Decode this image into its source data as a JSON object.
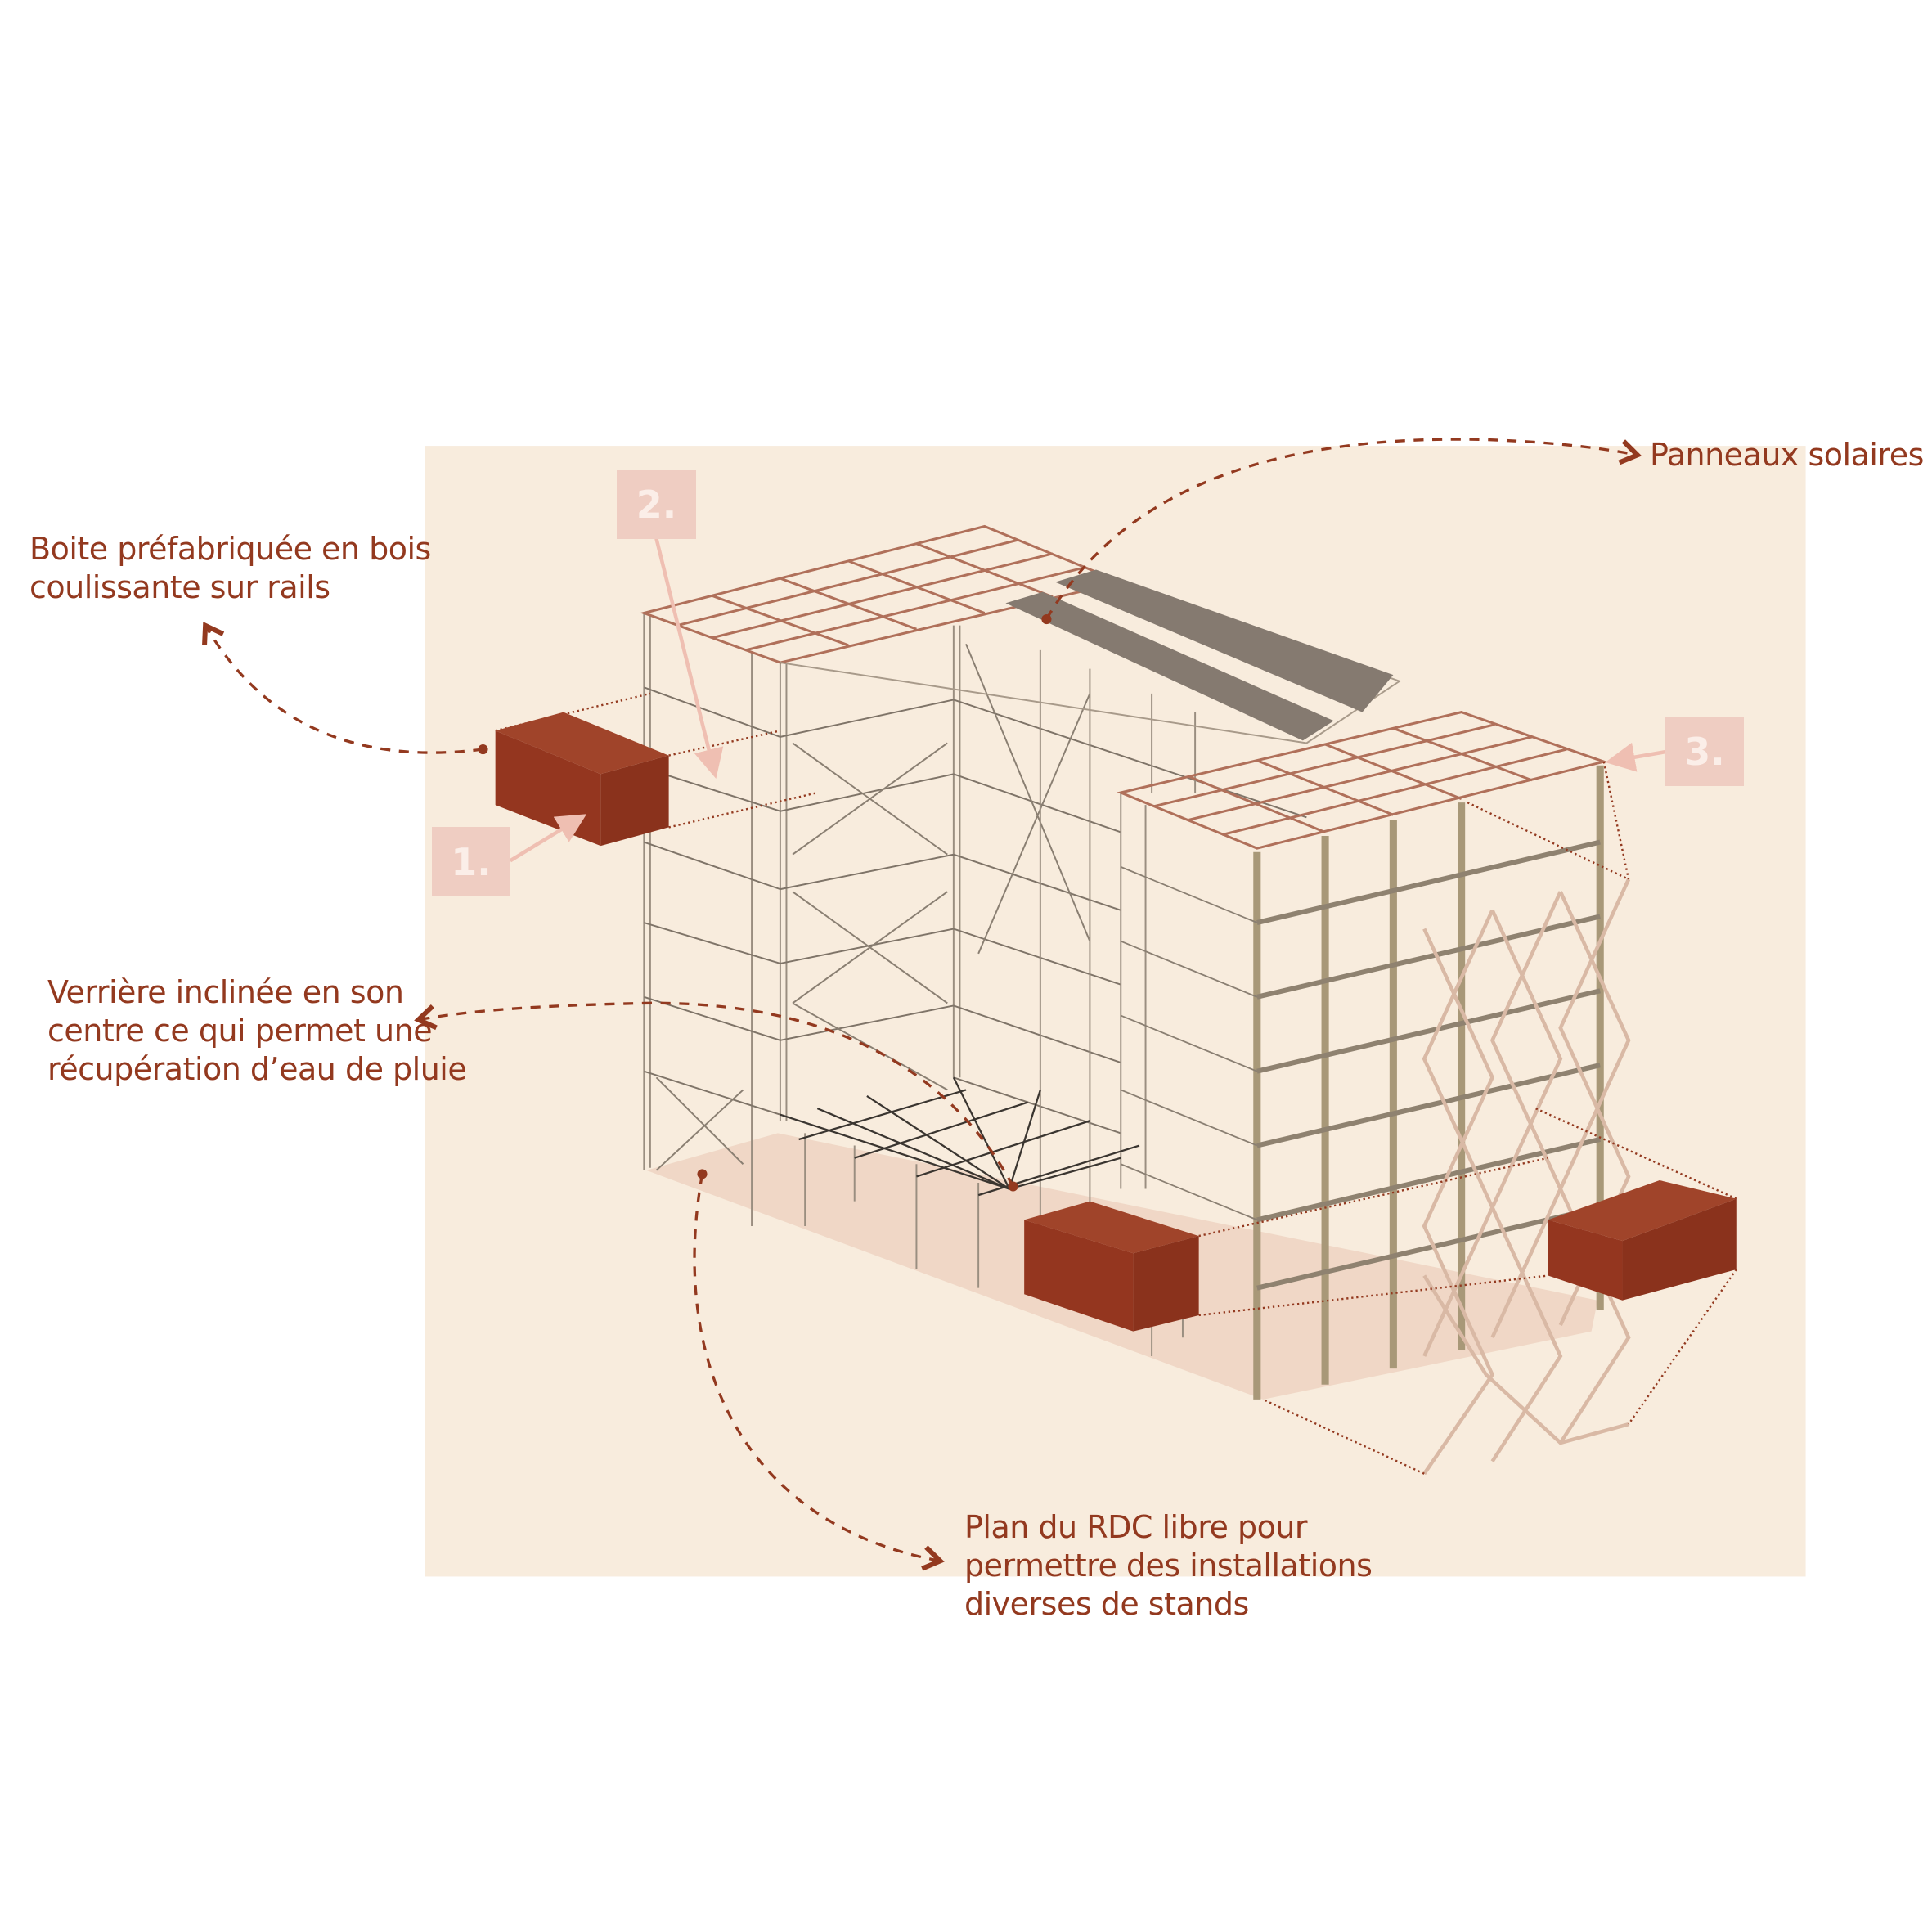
{
  "colors": {
    "panel": "#f8ecdd",
    "text": "#93391f",
    "box": "#94361f",
    "badge": "#efcdc2",
    "solar": "#857a70",
    "roof_grid": "#b0705a",
    "structure": "#a89878"
  },
  "annotations": {
    "boite": [
      "Boite préfabriquée en bois",
      "coulissante sur rails"
    ],
    "panneaux": "Panneaux solaires",
    "verriere": [
      "Verrière inclinée en son",
      "centre ce qui permet une",
      "récupération d’eau de pluie"
    ],
    "plan": [
      "Plan du RDC libre pour",
      "permettre des installations",
      "diverses de stands"
    ]
  },
  "badges": [
    "1.",
    "2.",
    "3."
  ]
}
